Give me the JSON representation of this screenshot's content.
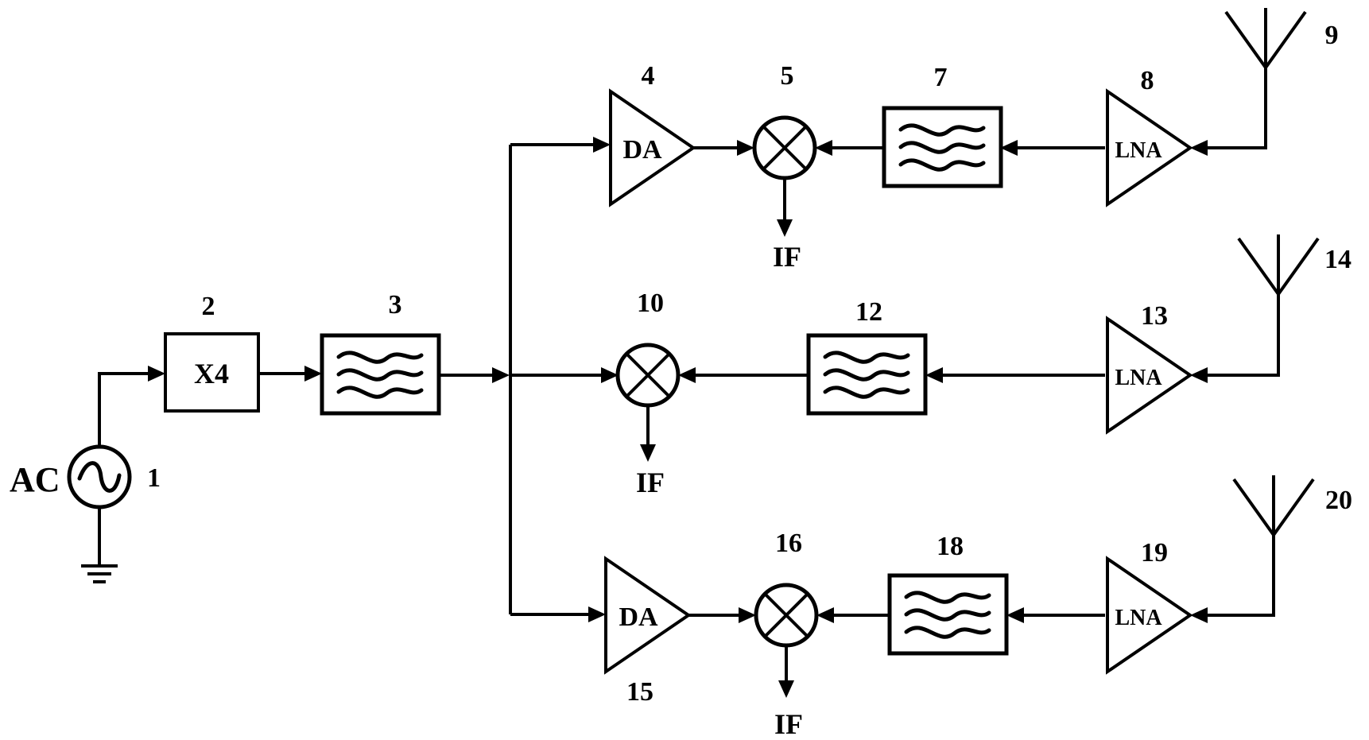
{
  "labels": {
    "source": "AC",
    "multiplier": "X4",
    "driver_amp": "DA",
    "lna": "LNA",
    "if_out": "IF"
  },
  "numbers": {
    "n1": "1",
    "n2": "2",
    "n3": "3",
    "n4": "4",
    "n5": "5",
    "n7": "7",
    "n8": "8",
    "n9": "9",
    "n10": "10",
    "n12": "12",
    "n13": "13",
    "n14": "14",
    "n15": "15",
    "n16": "16",
    "n18": "18",
    "n19": "19",
    "n20": "20"
  }
}
